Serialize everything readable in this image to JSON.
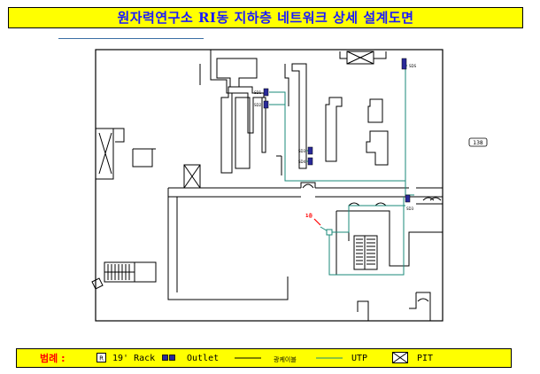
{
  "title": "원자력연구소 RI동 지하층 네트워크 상세 설계도면",
  "room_tag": "138",
  "labels": {
    "sds_top_right": "SDS",
    "sd1": "SD1",
    "sd2": "SD2",
    "sd3": "SD3",
    "sd4": "SD4",
    "sd_mid_right": "SD3",
    "marker": "1층"
  },
  "legend": {
    "title": "범례 :",
    "rack_symbol": "R",
    "rack_label": "19' Rack",
    "outlet_label": "Outlet",
    "cable_label": "광케이블",
    "utp_label": "UTP",
    "pit_label": "PIT"
  },
  "colors": {
    "title_bg": "#ffff00",
    "title_text": "#1a1aff",
    "utp_line": "#1a8a7a",
    "rack": "#2a2a9a",
    "marker": "#ff0000"
  }
}
